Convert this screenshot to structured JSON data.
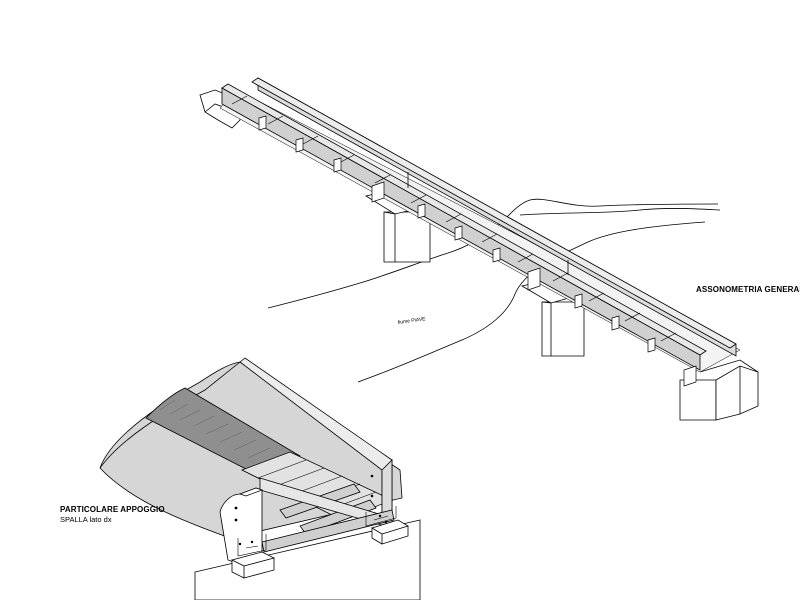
{
  "labels": {
    "general_view": "ASSONOMETRIA GENERALE",
    "detail_title": "PARTICOLARE APPOGGIO",
    "detail_subtitle": "SPALLA lato dx",
    "river": "fiume PIAVE"
  },
  "colors": {
    "line": "#000000",
    "gray_fill": "#d6d6d6",
    "dark_fill": "#9a9a9a",
    "white_fill": "#ffffff"
  }
}
